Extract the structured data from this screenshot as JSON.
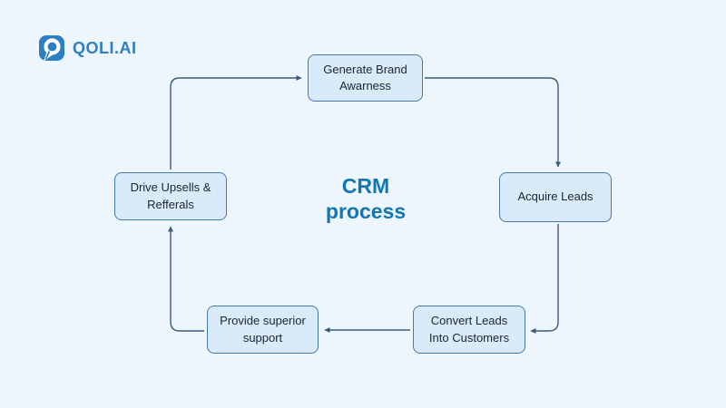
{
  "app": {
    "background_color": "#eef6fd"
  },
  "logo": {
    "text": "QOLI.AI",
    "color": "#2b7fc2",
    "icon": "q-logo-icon"
  },
  "title": {
    "text": "CRM\nprocess",
    "color": "#1176b5"
  },
  "process": {
    "type": "cycle-diagram",
    "node_fill": "#d9eafb",
    "node_border": "#4678aa",
    "arrow_color": "#3d5a76",
    "nodes": {
      "generate": {
        "label": "Generate Brand\nAwarness"
      },
      "acquire": {
        "label": "Acquire Leads"
      },
      "convert": {
        "label": "Convert Leads\nInto Customers"
      },
      "provide": {
        "label": "Provide superior\nsupport"
      },
      "drive": {
        "label": "Drive Upsells &\nRefferals"
      }
    },
    "flow_order": [
      "Generate Brand Awarness",
      "Acquire Leads",
      "Convert Leads Into Customers",
      "Provide superior support",
      "Drive Upsells & Refferals"
    ]
  }
}
